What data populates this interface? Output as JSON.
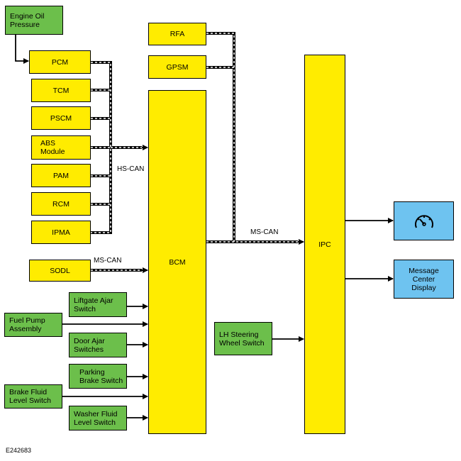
{
  "boxes": {
    "engine_oil": "Engine Oil\nPressure",
    "pcm": "PCM",
    "tcm": "TCM",
    "pscm": "PSCM",
    "abs": "ABS\nModule",
    "pam": "PAM",
    "rcm": "RCM",
    "ipma": "IPMA",
    "rfa": "RFA",
    "gpsm": "GPSM",
    "bcm": "BCM",
    "ipc": "IPC",
    "sodl": "SODL",
    "liftgate": "Liftgate Ajar\nSwitch",
    "fuel_pump": "Fuel Pump\nAssembly",
    "door_ajar": "Door Ajar\nSwitches",
    "parking_brake": "Parking\nBrake Switch",
    "brake_fluid": "Brake Fluid\nLevel Switch",
    "washer_fluid": "Washer Fluid\nLevel Switch",
    "lh_steering": "LH Steering\nWheel Switch",
    "message_center": "Message\nCenter\nDisplay"
  },
  "bus_labels": {
    "hs_can": "HS-CAN",
    "ms_can_top": "MS-CAN",
    "ms_can_sodl": "MS-CAN"
  },
  "icons": {
    "gauge": "speedometer-icon"
  },
  "figure_code": "E242683",
  "colors": {
    "module_yellow": "#ffec00",
    "switch_green": "#6cbf4b",
    "display_blue": "#6ec3f0"
  }
}
